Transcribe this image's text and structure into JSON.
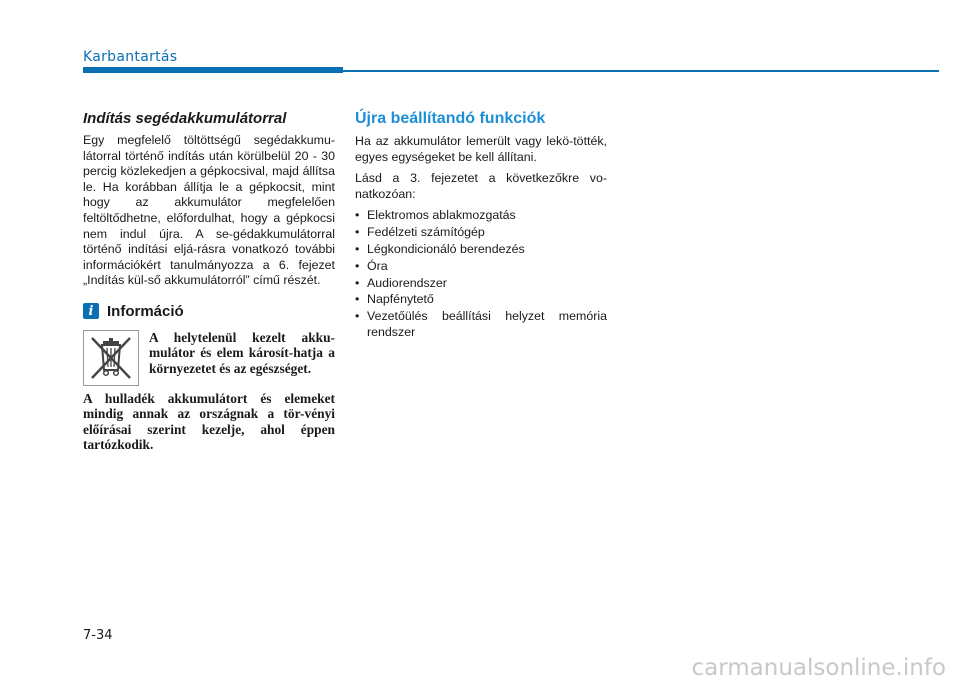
{
  "header": {
    "section": "Karbantartás"
  },
  "left": {
    "heading": "Indítás segédakkumulátorral",
    "paragraph": "Egy megfelelő töltöttségű segédakkumu-látorral történő indítás után körülbelül 20 - 30 percig közlekedjen a gépkocsival, majd állítsa le. Ha korábban állítja le a gépkocsit, mint hogy az akkumulátor megfelelően feltöltődhetne, előfordulhat, hogy a gépkocsi nem indul újra. A se-gédakkumulátorral történő indítási eljá-rásra vonatkozó további információkért tanulmányozza a 6. fejezet „Indítás kül-ső akkumulátorról” című részét.",
    "info": {
      "icon_letter": "i",
      "title": "Információ",
      "warning_text": "A helytelenül kezelt akku-mulátor és elem károsít-hatja a környezetet és az egészséget.",
      "follow_text": "A hulladék akkumulátort és elemeket mindig annak az országnak a tör-vényi előírásai szerint kezelje, ahol éppen tartózkodik."
    }
  },
  "right": {
    "heading": "Újra beállítandó funkciók",
    "para1": "Ha az akkumulátor lemerült vagy lekö-tötték, egyes egységeket be kell állítani.",
    "para2": "Lásd a 3. fejezetet a következőkre vo-natkozóan:",
    "items": [
      "Elektromos ablakmozgatás",
      "Fedélzeti számítógép",
      "Légkondicionáló berendezés",
      "Óra",
      "Audiorendszer",
      "Napfénytető",
      "Vezetőülés beállítási helyzet memória rendszer"
    ]
  },
  "footer": {
    "page_number": "7-34",
    "watermark": "carmanualsonline.info"
  },
  "colors": {
    "accent": "#0a6fb3",
    "heading_blue": "#1c8fd6"
  }
}
